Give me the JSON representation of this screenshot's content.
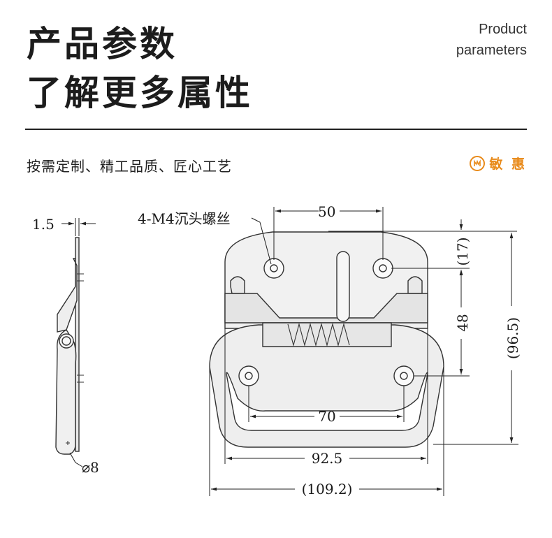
{
  "header": {
    "title_line1": "产品参数",
    "title_line2": "了解更多属性",
    "en_line1": "Product",
    "en_line2": "parameters"
  },
  "tagline": "按需定制、精工品质、匠心工艺",
  "brand": {
    "name": "敏 惠",
    "color": "#e88a1a"
  },
  "diagram": {
    "side_view": {
      "thickness_label": "1.5",
      "diameter_label": "⌀8"
    },
    "front_view": {
      "screw_label": "4-M4沉头螺丝",
      "dim_top": "50",
      "dim_17": "(17)",
      "dim_48": "48",
      "dim_96_5": "(96.5)",
      "dim_70": "70",
      "dim_92_5": "92.5",
      "dim_109_2": "(109.2)"
    }
  }
}
